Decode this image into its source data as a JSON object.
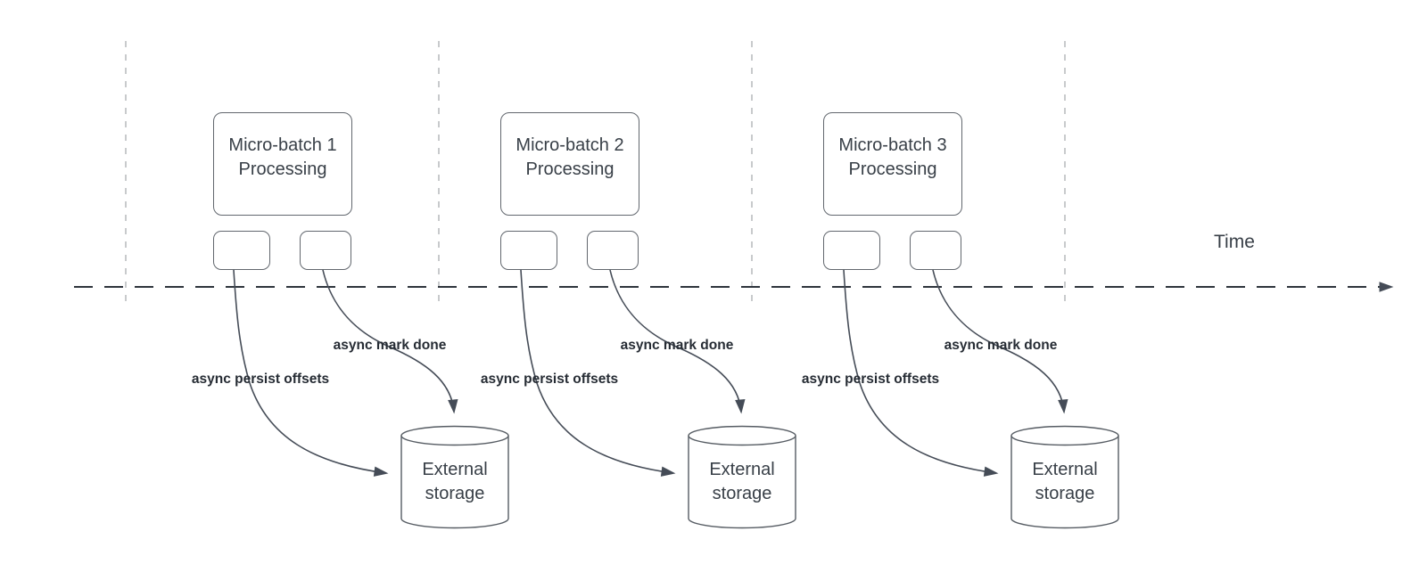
{
  "diagram": {
    "time_label": "Time",
    "batches": [
      {
        "box_title": "Micro-batch 1",
        "box_subtitle": "Processing",
        "persist_arrow_label": "async persist offsets",
        "mark_done_arrow_label": "async mark done",
        "storage_line1": "External",
        "storage_line2": "storage"
      },
      {
        "box_title": "Micro-batch 2",
        "box_subtitle": "Processing",
        "persist_arrow_label": "async persist offsets",
        "mark_done_arrow_label": "async mark done",
        "storage_line1": "External",
        "storage_line2": "storage"
      },
      {
        "box_title": "Micro-batch 3",
        "box_subtitle": "Processing",
        "persist_arrow_label": "async persist offsets",
        "mark_done_arrow_label": "async mark done",
        "storage_line1": "External",
        "storage_line2": "storage"
      }
    ],
    "colors": {
      "shape_stroke": "#62676e",
      "arrow_stroke": "#454c57",
      "timeline_stroke": "#2e343c",
      "guide_stroke": "#b6b8bb",
      "text": "#383f47",
      "label_text": "#262c34",
      "background": "#ffffff"
    }
  }
}
